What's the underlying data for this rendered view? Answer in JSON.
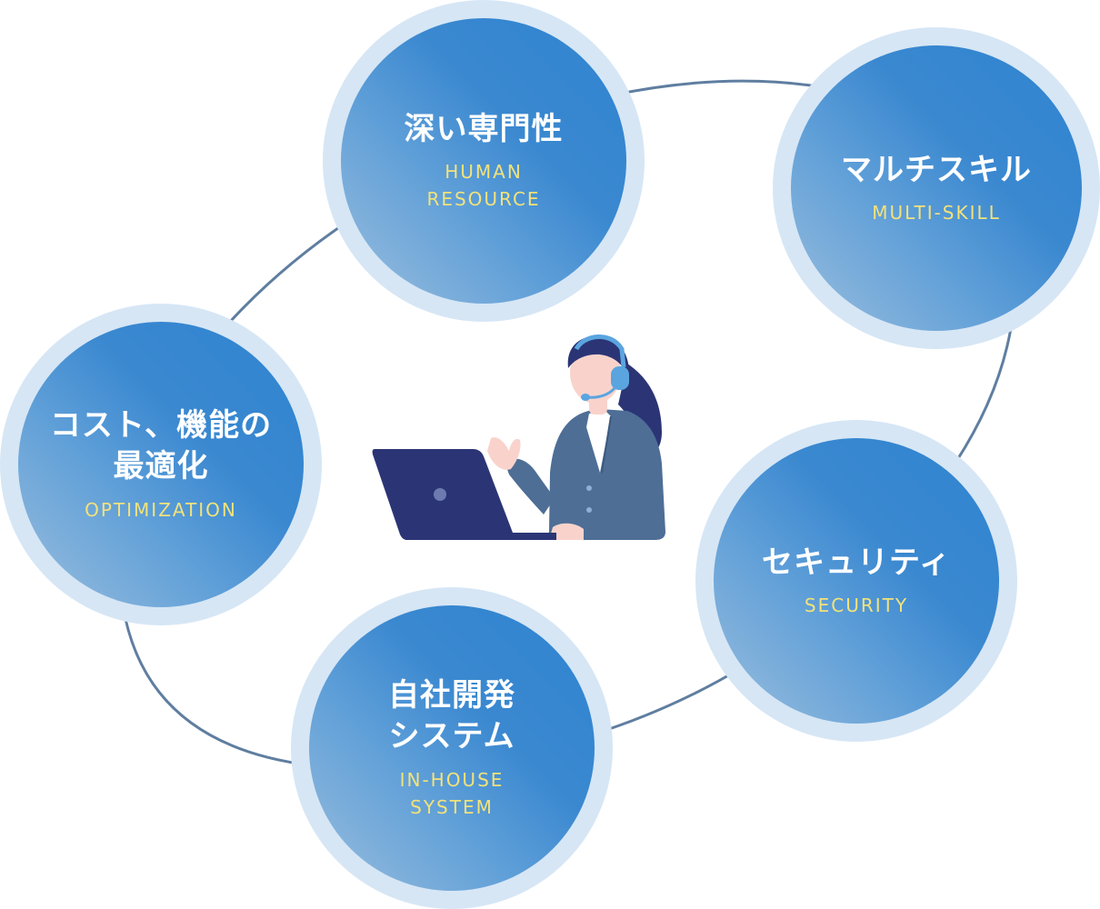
{
  "nodes": {
    "expertise": {
      "title": [
        "深い専門性"
      ],
      "subtitle": [
        "HUMAN",
        "RESOURCE"
      ]
    },
    "multiskill": {
      "title": [
        "マルチスキル"
      ],
      "subtitle": [
        "MULTI-SKILL"
      ]
    },
    "optimization": {
      "title": [
        "コスト、機能の",
        "最適化"
      ],
      "subtitle": [
        "OPTIMIZATION"
      ]
    },
    "security": {
      "title": [
        "セキュリティ"
      ],
      "subtitle": [
        "SECURITY"
      ]
    },
    "inhouse": {
      "title": [
        "自社開発",
        "システム"
      ],
      "subtitle": [
        "IN-HOUSE",
        "SYSTEM"
      ]
    }
  },
  "colors": {
    "circle_outer": "#d6e6f5",
    "circle_gradient_dark": "#2f84d0",
    "circle_gradient_light": "#9bbedd",
    "title_text": "#ffffff",
    "subtitle_text": "#f2e27a",
    "connector_line": "#5f7ea0",
    "laptop": "#2b3575",
    "suit": "#4e6e96",
    "hair": "#2b3575",
    "skin": "#f9d3cb",
    "headset": "#5aa5e0"
  },
  "icons": {
    "center": "operator-with-headset-and-laptop-icon"
  }
}
